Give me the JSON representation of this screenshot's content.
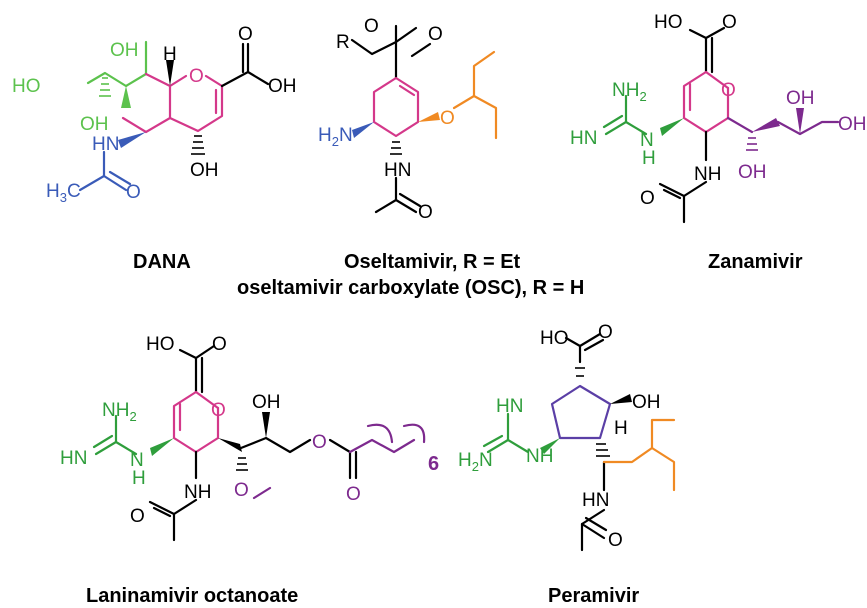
{
  "colors": {
    "black": "#000000",
    "pink": "#d4388a",
    "green": "#2f9e3c",
    "lightgreen": "#5cc24d",
    "blue": "#3a5bb8",
    "orange": "#f08a23",
    "purple": "#7d2a8e",
    "indigo": "#5b3fa6"
  },
  "compounds": [
    {
      "id": "dana",
      "caption": "DANA"
    },
    {
      "id": "oseltamivir",
      "caption": "Oseltamivir, R = Et",
      "caption2": "oseltamivir carboxylate (OSC), R = H"
    },
    {
      "id": "zanamivir",
      "caption": "Zanamivir"
    },
    {
      "id": "laninamivir",
      "caption": "Laninamivir octanoate"
    },
    {
      "id": "peramivir",
      "caption": "Peramivir"
    }
  ],
  "atoms": {
    "OH": "OH",
    "HO": "HO",
    "H": "H",
    "O": "O",
    "HN": "HN",
    "NH": "NH",
    "H2N_main": "H",
    "N": "N",
    "R": "R",
    "H3C_main": "H",
    "C": "C",
    "sub2": "2",
    "sub3": "3",
    "NH2_main": "NH",
    "chain_count": "6"
  }
}
